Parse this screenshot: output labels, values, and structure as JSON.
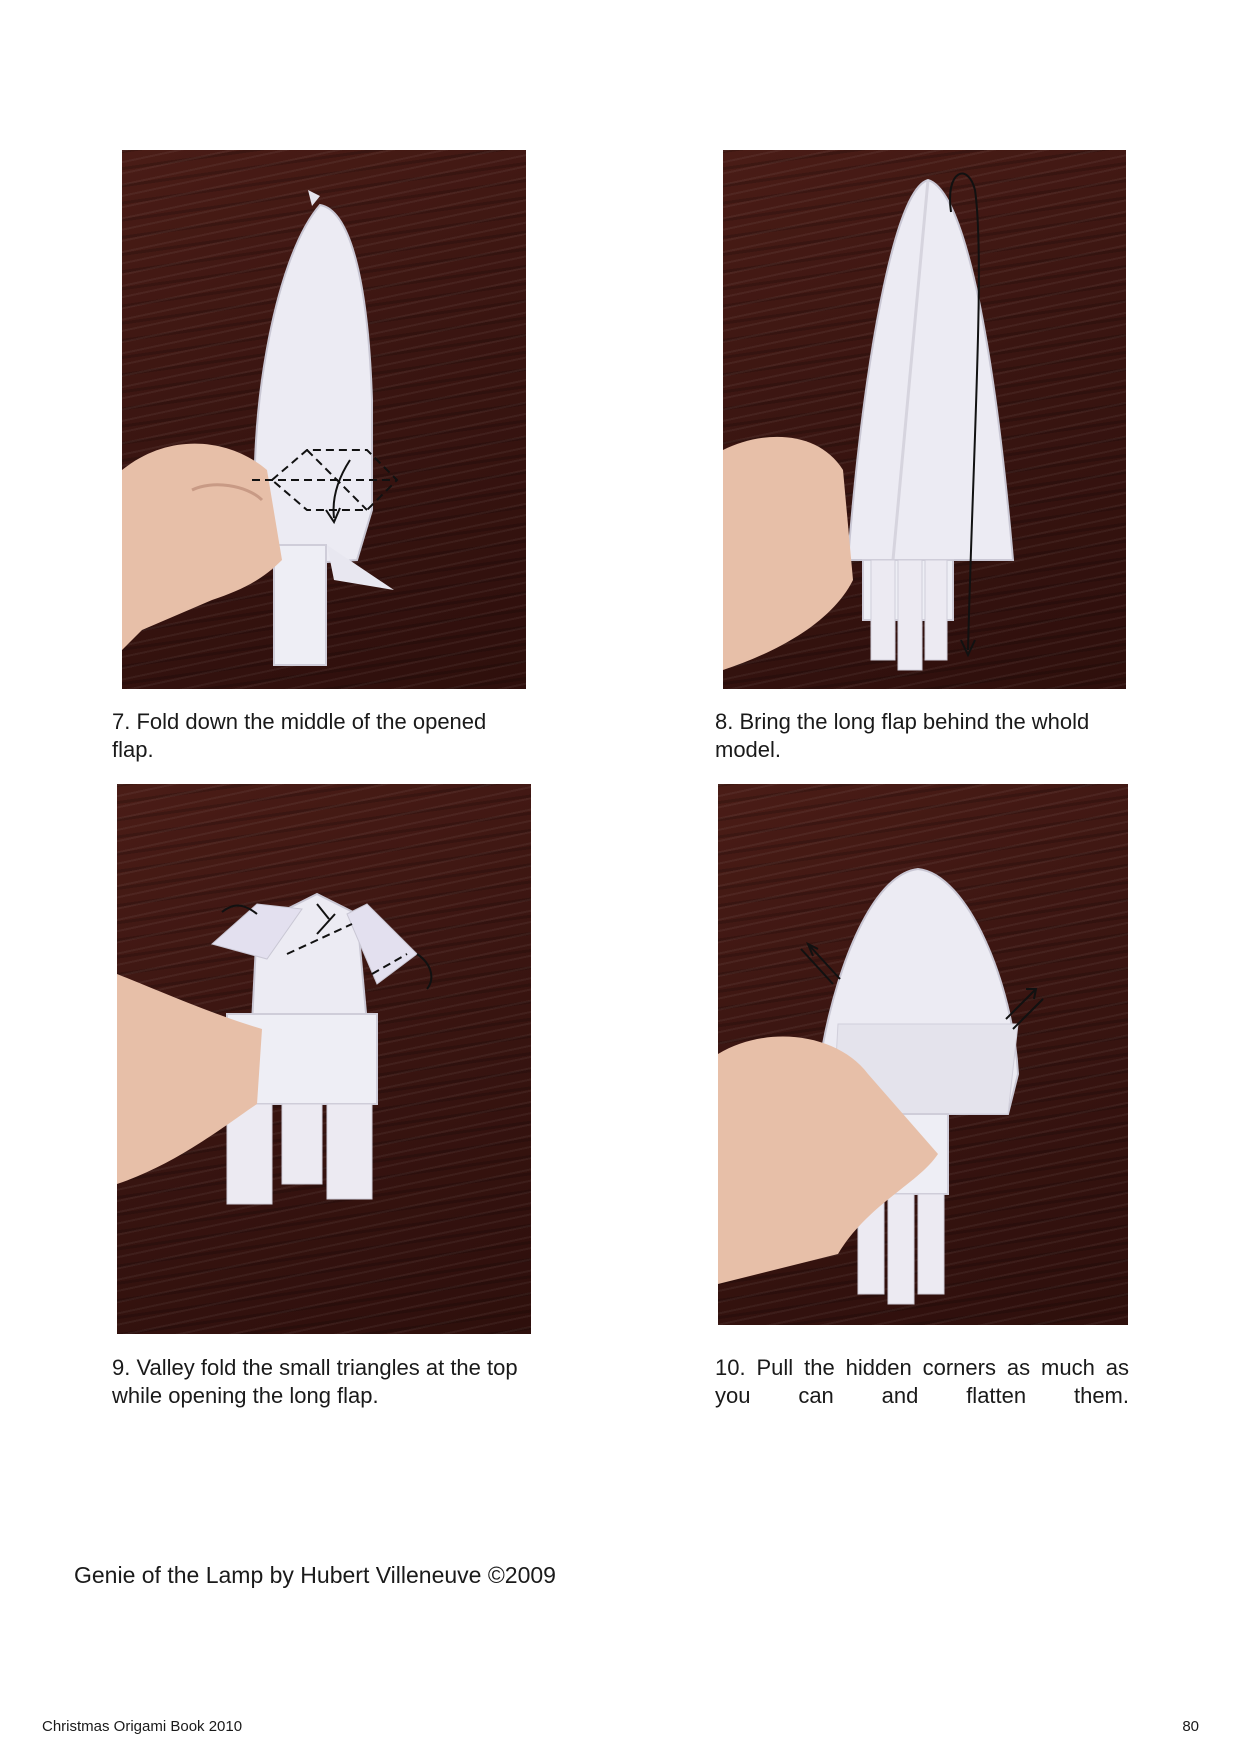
{
  "steps": [
    {
      "caption": "7. Fold down the middle of the opened flap."
    },
    {
      "caption": "8. Bring the long flap behind the whold model."
    },
    {
      "caption": "9. Valley fold the small triangles at the top while opening the long flap."
    },
    {
      "caption": "10. Pull the hidden corners as much as you can and flatten them."
    }
  ],
  "credit": "Genie of the Lamp by Hubert Villeneuve ©2009",
  "footer": {
    "book_title": "Christmas Origami Book 2010",
    "page_number": "80"
  },
  "colors": {
    "wood_background": "#3a1511",
    "paper": "#eeeef4",
    "skin": "#e9c3ae"
  }
}
